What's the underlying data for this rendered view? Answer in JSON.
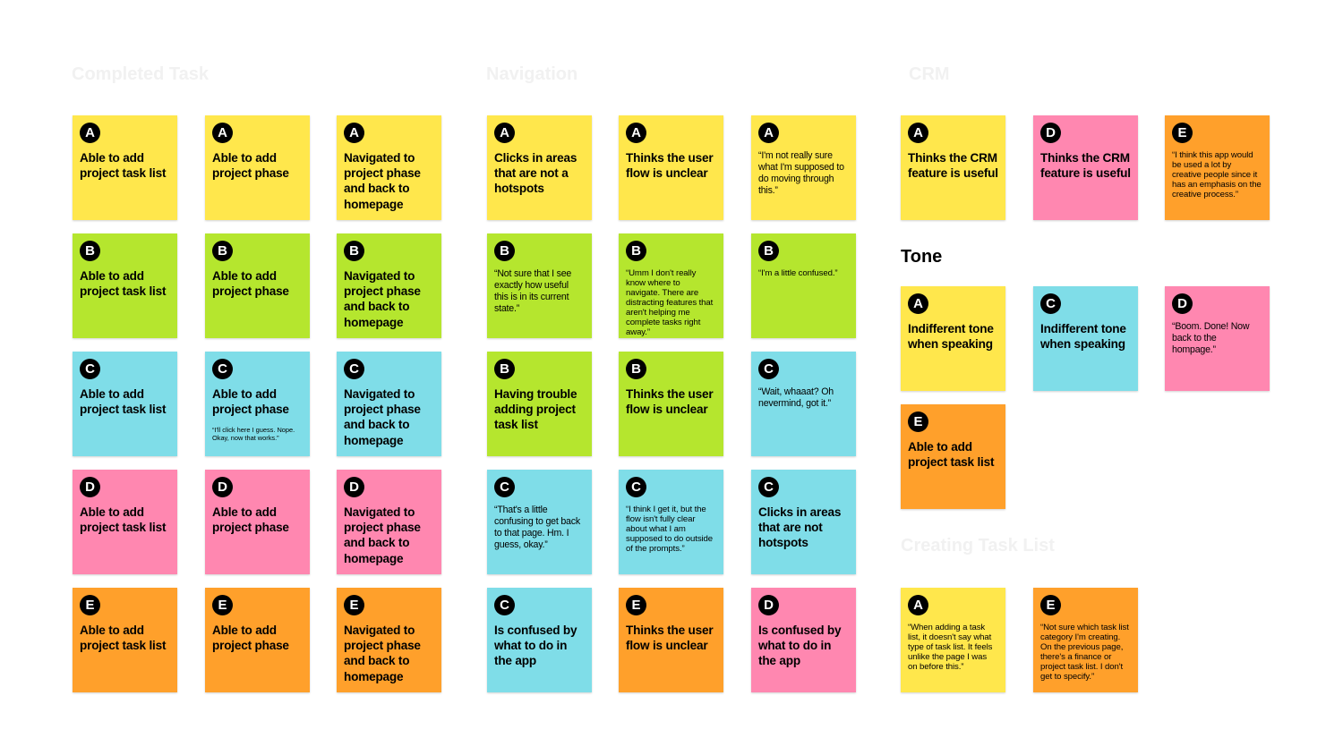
{
  "colors": {
    "A": "#ffe74c",
    "B": "#b5e62e",
    "C": "#7fdde8",
    "D": "#ff87b0",
    "E": "#ffa02b"
  },
  "sections": {
    "col1_heading": "Completed Task",
    "col2_heading": "Navigation",
    "col3_heading": "CRM",
    "tone_heading": "Tone",
    "col4_heading": "Creating Task List"
  },
  "notes": [
    {
      "id": "n1",
      "user": "A",
      "text": "Able to add project task list"
    },
    {
      "id": "n2",
      "user": "A",
      "text": "Able to add project phase"
    },
    {
      "id": "n3",
      "user": "A",
      "text": "Navigated to project phase and back to homepage"
    },
    {
      "id": "n4",
      "user": "B",
      "text": "Able to add project task list"
    },
    {
      "id": "n5",
      "user": "B",
      "text": "Able to add project phase"
    },
    {
      "id": "n6",
      "user": "B",
      "text": "Navigated to project phase and back to homepage"
    },
    {
      "id": "n7",
      "user": "C",
      "text": "Able to add project task list"
    },
    {
      "id": "n8",
      "user": "C",
      "text": "Able to add project phase",
      "sub": "“I'll click here I guess. Nope. Okay, now that works.”"
    },
    {
      "id": "n9",
      "user": "C",
      "text": "Navigated to project phase and back to homepage"
    },
    {
      "id": "n10",
      "user": "D",
      "text": "Able to add project task list"
    },
    {
      "id": "n11",
      "user": "D",
      "text": "Able to add project phase"
    },
    {
      "id": "n12",
      "user": "D",
      "text": "Navigated to project phase and back to homepage"
    },
    {
      "id": "n13",
      "user": "E",
      "text": "Able to add project task list"
    },
    {
      "id": "n14",
      "user": "E",
      "text": "Able to add project phase"
    },
    {
      "id": "n15",
      "user": "E",
      "text": "Navigated to project phase and back to homepage"
    },
    {
      "id": "n16",
      "user": "A",
      "text": "Clicks in areas that are not a hotspots"
    },
    {
      "id": "n17",
      "user": "A",
      "text": "Thinks the user flow is unclear"
    },
    {
      "id": "n18",
      "user": "A",
      "text": "“I'm not really sure what I'm supposed to do moving through this.”",
      "style": "mid-quote"
    },
    {
      "id": "n19",
      "user": "B",
      "text": "“Not sure that I see exactly how useful this is in its current state.”",
      "style": "mid-quote"
    },
    {
      "id": "n20",
      "user": "B",
      "text": "“Umm I don't really know where to navigate. There are distracting features that aren't helping me complete tasks right away.”",
      "style": "quote"
    },
    {
      "id": "n21",
      "user": "B",
      "text": "“I'm a little confused.”",
      "style": "quote"
    },
    {
      "id": "n22",
      "user": "B",
      "text": "Having trouble adding project task list"
    },
    {
      "id": "n23",
      "user": "B",
      "text": "Thinks the user flow is unclear"
    },
    {
      "id": "n24",
      "user": "C",
      "text": "“Wait, whaaat? Oh nevermind, got it.”",
      "style": "mid-quote"
    },
    {
      "id": "n25",
      "user": "C",
      "text": "“That's a little confusing to get back to that page. Hm. I guess, okay.”",
      "style": "mid-quote"
    },
    {
      "id": "n26",
      "user": "C",
      "text": "“I think I get it, but the flow isn't fully clear about what I am supposed to do outside of the prompts.”",
      "style": "quote"
    },
    {
      "id": "n27",
      "user": "C",
      "text": "Clicks in areas that are not hotspots"
    },
    {
      "id": "n28",
      "user": "C",
      "text": "Is confused by what to do in the app"
    },
    {
      "id": "n29",
      "user": "E",
      "text": "Thinks the user flow is unclear"
    },
    {
      "id": "n30",
      "user": "D",
      "text": "Is confused by what to do in the app"
    },
    {
      "id": "n31",
      "user": "A",
      "text": "Thinks the CRM feature is useful"
    },
    {
      "id": "n32",
      "user": "D",
      "text": "Thinks the CRM feature is useful"
    },
    {
      "id": "n33",
      "user": "E",
      "text": "“I think this app would be used a lot by creative people since it has an emphasis on the creative process.”",
      "style": "quote"
    },
    {
      "id": "n34",
      "user": "A",
      "text": "Indifferent tone when speaking"
    },
    {
      "id": "n35",
      "user": "C",
      "text": "Indifferent tone when speaking"
    },
    {
      "id": "n36",
      "user": "D",
      "text": "“Boom. Done! Now back to the hompage.”",
      "style": "mid-quote"
    },
    {
      "id": "n37",
      "user": "E",
      "text": "Able to add project task list"
    },
    {
      "id": "n38",
      "user": "A",
      "text": "“When adding a task list, it doesn't say what type of task list. It feels unlike the page I was on before this.”",
      "style": "quote"
    },
    {
      "id": "n39",
      "user": "E",
      "text": "“Not sure which task list category I'm creating. On the previous page, there's a finance or project task list. I don't get to specify.”",
      "style": "quote"
    }
  ]
}
